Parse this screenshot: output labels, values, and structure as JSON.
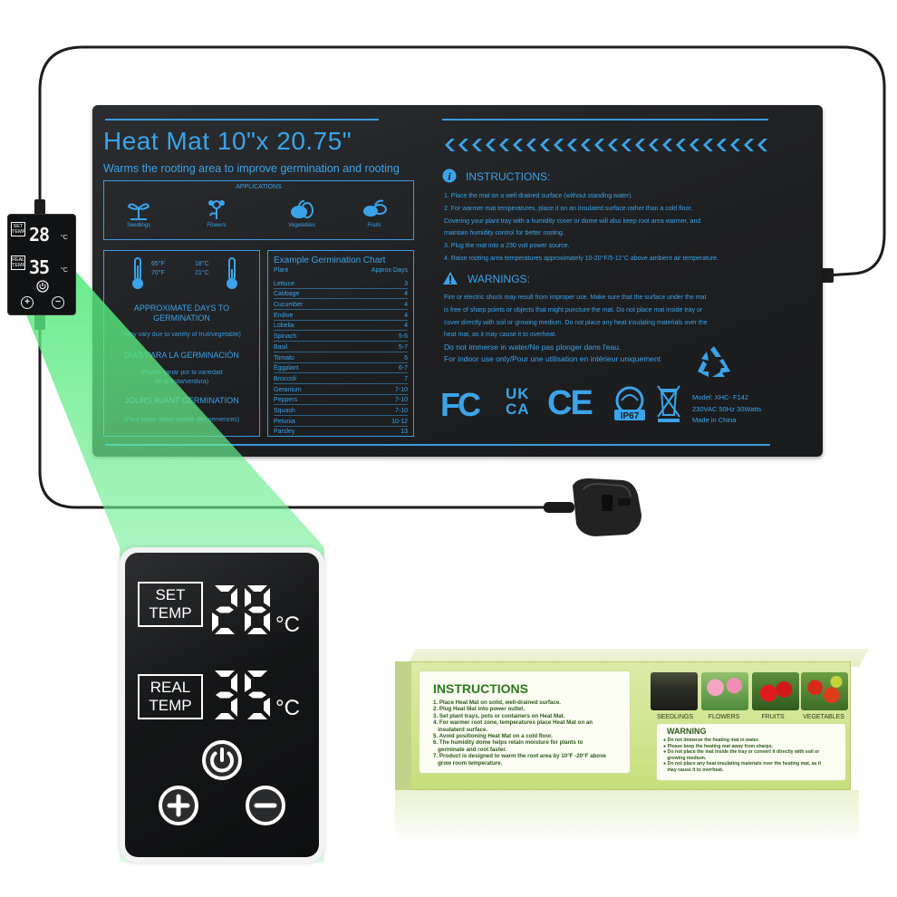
{
  "mat": {
    "title": "Heat Mat 10\"x 20.75\"",
    "subtitle": "Warms the rooting area to improve germination and rooting",
    "applications_heading": "APPLICATIONS",
    "applications": [
      "Seedlings",
      "Flowers",
      "Vegetables",
      "Fruits"
    ],
    "temps_left": [
      "65°F",
      "70°F"
    ],
    "temps_right": [
      "18°C",
      "21°C"
    ],
    "germination_lines": [
      "APPROXIMATE DAYS TO",
      "GERMINATION",
      "(May vary due to variety of fruit/vegetable)",
      "DIAS PARA LA GERMINACIÓN",
      "(Puede variar por la variedad",
      "de la fruta/verdura)",
      "JOURS AVANT GERMINATION",
      "(Peut varier selon variété des semences)"
    ],
    "chart_title": "Example Germination Chart",
    "chart_header": [
      "Plant",
      "Approx Days"
    ],
    "chart_rows": [
      {
        "plant": "Lettuce",
        "days": "3"
      },
      {
        "plant": "Cabbage",
        "days": "4"
      },
      {
        "plant": "Cucumber",
        "days": "4"
      },
      {
        "plant": "Endive",
        "days": "4"
      },
      {
        "plant": "Lobelia",
        "days": "4"
      },
      {
        "plant": "Spinach",
        "days": "5-6"
      },
      {
        "plant": "Basil",
        "days": "5-7"
      },
      {
        "plant": "Tomato",
        "days": "6"
      },
      {
        "plant": "Eggplant",
        "days": "6-7"
      },
      {
        "plant": "Broccoli",
        "days": "7"
      },
      {
        "plant": "Geranium",
        "days": "7-10"
      },
      {
        "plant": "Peppers",
        "days": "7-10"
      },
      {
        "plant": "Squash",
        "days": "7-10"
      },
      {
        "plant": "Petunia",
        "days": "10-12"
      },
      {
        "plant": "Parsley",
        "days": "13"
      }
    ],
    "instructions_heading": "INSTRUCTIONS:",
    "instructions": [
      "1. Place the mat on a well drained surface (without standing water).",
      "2. For warmer mat temperatures, place it on an insulated surface rather than a cold floor.",
      "Covering your plant tray with a humidity cover or dome will also keep root area warmer, and",
      "maintain humidity control for better rooting.",
      "3. Plug the mat into a 230 volt power source.",
      "4. Raise rooting area temperatures approximately 10-20°F/5-11°C above ambient air temperature."
    ],
    "warnings_heading": "WARNINGS:",
    "warnings": [
      "Fire or electric shock may result from improper use. Make sure that the surface under the mat",
      "is free of sharp points or objects that might puncture the mat. Do not place mat inside tray or",
      "cover directly with soil or growing medium. Do not place any heat insulating materials over the",
      "heat mat, as it may cause it to overheat."
    ],
    "notice": [
      "Do not immerse in water/Ne pas plonger dans l'eau.",
      "For indoor use only/Pour une utilisation en intérieur uniquement"
    ],
    "certs": [
      "FC",
      "UK",
      "CA",
      "CE",
      "IP67"
    ],
    "model": [
      "Model: XHC- F142",
      "230VAC 50Hz 30Watts",
      "Made in China"
    ]
  },
  "controller": {
    "set_label": [
      "SET",
      "TEMP"
    ],
    "real_label": [
      "REAL",
      "TEMP"
    ],
    "set_value": "28",
    "real_value": "35",
    "unit": "°C",
    "plus": "+",
    "minus": "−"
  },
  "package": {
    "instructions_title": "INSTRUCTIONS",
    "instructions": [
      "1. Place Heat Mat on solid, well-drained surface.",
      "2. Plug Heat Mat into power outlet.",
      "3. Set plant trays, pots or containers on Heat Mat.",
      "4. For warmer root zone, temperatures place Heat Mat on an",
      "   insulaterd surface.",
      "5. Avoid positioning Heat Mat on a cold floor.",
      "6. The humidity dome helps retain moisture for plants to",
      "   germinate and root faster.",
      "7. Product is designed to warm the root area by 10°F -20°F above",
      "   grow room temperature."
    ],
    "photo_labels": [
      "SEEDLINGS",
      "FLOWERS",
      "FRUITS",
      "VEGETABLES"
    ],
    "warning_title": "WARNING",
    "warnings": [
      "● Do not immerse the heating mat in water.",
      "● Please keep the heating mat away from sharps.",
      "● Do not place the mat inside the tray or convert it directly with soil or",
      "   growing medium.",
      "● Do not place any heat-insulating materials over the heating mat, as it",
      "   may cause it to overheat."
    ]
  },
  "colors": {
    "accent_blue": "#3aa4ea",
    "mat_black": "#1e1f21",
    "beam_green": "#52e87a",
    "package_green": "#c6df7c"
  }
}
